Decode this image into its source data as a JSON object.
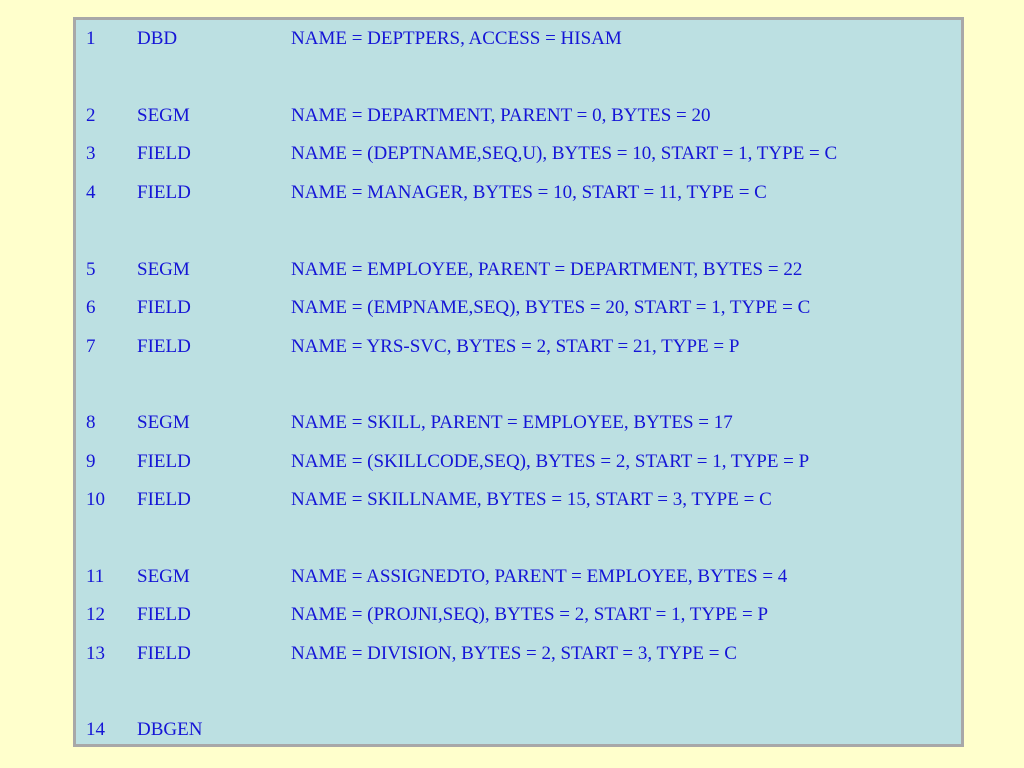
{
  "listing": {
    "lines": [
      {
        "num": "1",
        "op": "DBD",
        "args": "NAME = DEPTPERS, ACCESS = HISAM"
      },
      {
        "num": "2",
        "op": "SEGM",
        "args": "NAME = DEPARTMENT, PARENT = 0, BYTES = 20"
      },
      {
        "num": "3",
        "op": "FIELD",
        "args": "NAME = (DEPTNAME,SEQ,U), BYTES = 10, START = 1, TYPE = C"
      },
      {
        "num": "4",
        "op": "FIELD",
        "args": "NAME = MANAGER, BYTES = 10, START = 11, TYPE = C"
      },
      {
        "num": "5",
        "op": "SEGM",
        "args": "NAME = EMPLOYEE, PARENT = DEPARTMENT, BYTES = 22"
      },
      {
        "num": "6",
        "op": "FIELD",
        "args": "NAME = (EMPNAME,SEQ), BYTES = 20, START = 1, TYPE = C"
      },
      {
        "num": "7",
        "op": "FIELD",
        "args": "NAME = YRS-SVC, BYTES = 2, START = 21, TYPE = P"
      },
      {
        "num": "8",
        "op": "SEGM",
        "args": "NAME = SKILL, PARENT = EMPLOYEE, BYTES = 17"
      },
      {
        "num": "9",
        "op": "FIELD",
        "args": "NAME = (SKILLCODE,SEQ), BYTES = 2, START = 1, TYPE = P"
      },
      {
        "num": "10",
        "op": "FIELD",
        "args": "NAME = SKILLNAME, BYTES = 15, START = 3, TYPE = C"
      },
      {
        "num": "11",
        "op": "SEGM",
        "args": "NAME = ASSIGNEDTO, PARENT = EMPLOYEE, BYTES = 4"
      },
      {
        "num": "12",
        "op": "FIELD",
        "args": "NAME = (PROJNI,SEQ), BYTES = 2, START = 1, TYPE = P"
      },
      {
        "num": "13",
        "op": "FIELD",
        "args": "NAME = DIVISION, BYTES = 2, START = 3, TYPE = C"
      },
      {
        "num": "14",
        "op": "DBGEN",
        "args": ""
      }
    ]
  }
}
